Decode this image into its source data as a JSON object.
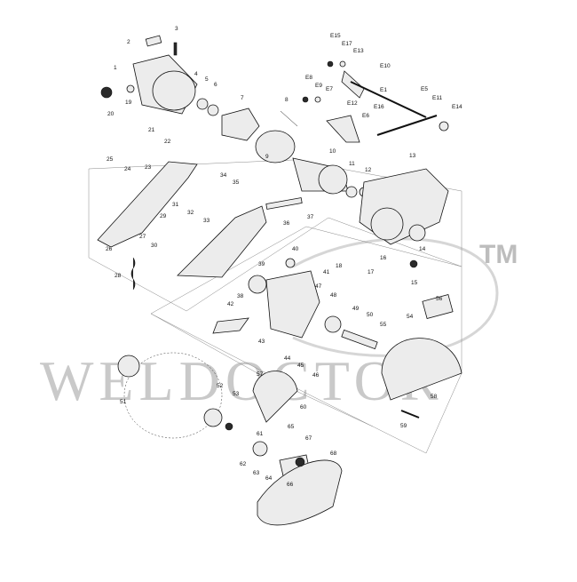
{
  "watermark": {
    "text": "WELDOCTOR",
    "mark": "TM"
  },
  "callouts": [
    "1",
    "2",
    "3",
    "4",
    "5",
    "6",
    "7",
    "8",
    "9",
    "10",
    "11",
    "12",
    "13",
    "14",
    "15",
    "16",
    "17",
    "18",
    "19",
    "20",
    "21",
    "22",
    "23",
    "24",
    "25",
    "26",
    "27",
    "28",
    "29",
    "30",
    "31",
    "32",
    "33",
    "34",
    "35",
    "36",
    "37",
    "38",
    "39",
    "40",
    "41",
    "42",
    "43",
    "44",
    "45",
    "46",
    "47",
    "48",
    "49",
    "50",
    "51",
    "52",
    "53",
    "54",
    "55",
    "56",
    "57",
    "58",
    "59",
    "60",
    "61",
    "62",
    "63",
    "64",
    "65",
    "66",
    "67",
    "68",
    "E1",
    "E5",
    "E6",
    "E7",
    "E8",
    "E9",
    "E10",
    "E11",
    "E12",
    "E13",
    "E14",
    "E15",
    "E16",
    "E17"
  ]
}
